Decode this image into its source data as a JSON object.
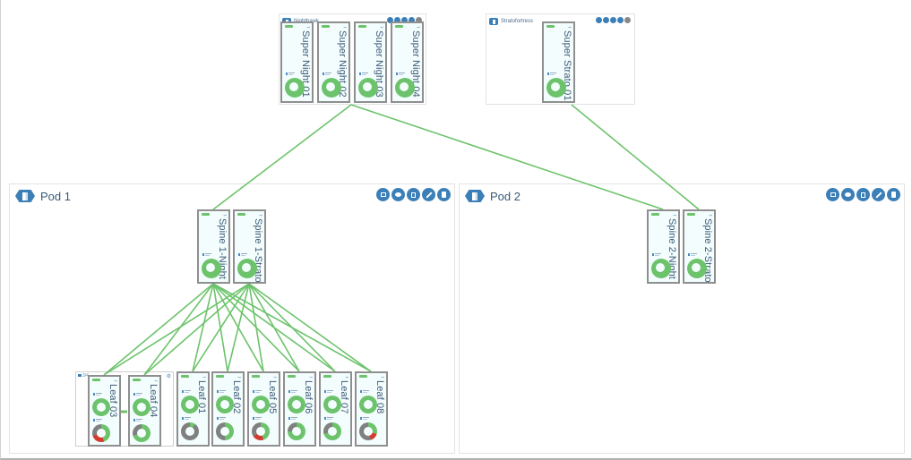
{
  "colors": {
    "accent": "#3c7fb8",
    "link": "#6cc36b",
    "ok": "#6cc36b",
    "neutral": "#808080",
    "alert": "#d63a2f",
    "device_bg": "#f3fdfd",
    "device_border": "#8f8f8f"
  },
  "groups": [
    {
      "id": "nighthawk",
      "title": "Nighthawk",
      "tools": [
        "details-icon",
        "chat-icon",
        "clipboard-icon",
        "edit-icon",
        "trash-icon"
      ]
    },
    {
      "id": "stratofortress",
      "title": "Stratofortress",
      "tools": [
        "details-icon",
        "chat-icon",
        "clipboard-icon",
        "edit-icon",
        "trash-icon"
      ]
    },
    {
      "id": "pod1",
      "title": "Pod 1",
      "tools": [
        "details-icon",
        "chat-icon",
        "clipboard-icon",
        "edit-icon",
        "trash-icon"
      ]
    },
    {
      "id": "pod2",
      "title": "Pod 2",
      "tools": [
        "details-icon",
        "chat-icon",
        "clipboard-icon",
        "edit-icon",
        "trash-icon"
      ]
    }
  ],
  "devices": [
    {
      "id": "sn01",
      "name": "Super Night 01",
      "group": "nighthawk",
      "gauges": [
        {
          "ok": 1.0,
          "neutral": 0,
          "alert": 0
        }
      ]
    },
    {
      "id": "sn02",
      "name": "Super Night 02",
      "group": "nighthawk",
      "gauges": [
        {
          "ok": 1.0,
          "neutral": 0,
          "alert": 0
        }
      ]
    },
    {
      "id": "sn03",
      "name": "Super Night 03",
      "group": "nighthawk",
      "gauges": [
        {
          "ok": 1.0,
          "neutral": 0,
          "alert": 0
        }
      ]
    },
    {
      "id": "sn04",
      "name": "Super Night 04",
      "group": "nighthawk",
      "gauges": [
        {
          "ok": 1.0,
          "neutral": 0,
          "alert": 0
        }
      ]
    },
    {
      "id": "ss01",
      "name": "Super Strato 01",
      "group": "stratofortress",
      "gauges": [
        {
          "ok": 1.0,
          "neutral": 0,
          "alert": 0
        }
      ]
    },
    {
      "id": "sp1n",
      "name": "Spine 1-Night",
      "group": "pod1",
      "gauges": [
        {
          "ok": 1.0,
          "neutral": 0,
          "alert": 0
        }
      ]
    },
    {
      "id": "sp1s",
      "name": "Spine 1-Strato",
      "group": "pod1",
      "gauges": [
        {
          "ok": 1.0,
          "neutral": 0,
          "alert": 0
        }
      ]
    },
    {
      "id": "l03",
      "name": "Leaf 03",
      "group": "pod1",
      "gauges": [
        {
          "ok": 1.0,
          "neutral": 0,
          "alert": 0
        },
        {
          "ok": 0.45,
          "neutral": 0.3,
          "alert": 0.25
        }
      ]
    },
    {
      "id": "l04",
      "name": "Leaf 04",
      "group": "pod1",
      "gauges": [
        {
          "ok": 1.0,
          "neutral": 0,
          "alert": 0
        },
        {
          "ok": 0.7,
          "neutral": 0.3,
          "alert": 0
        }
      ]
    },
    {
      "id": "l01",
      "name": "Leaf 01",
      "group": "pod1",
      "gauges": [
        {
          "ok": 1.0,
          "neutral": 0,
          "alert": 0
        },
        {
          "ok": 0.1,
          "neutral": 0.9,
          "alert": 0
        }
      ]
    },
    {
      "id": "l02",
      "name": "Leaf 02",
      "group": "pod1",
      "gauges": [
        {
          "ok": 1.0,
          "neutral": 0,
          "alert": 0
        },
        {
          "ok": 0.5,
          "neutral": 0.5,
          "alert": 0
        }
      ]
    },
    {
      "id": "l05",
      "name": "Leaf 05",
      "group": "pod1",
      "gauges": [
        {
          "ok": 1.0,
          "neutral": 0,
          "alert": 0
        },
        {
          "ok": 0.45,
          "neutral": 0.35,
          "alert": 0.2
        }
      ]
    },
    {
      "id": "l06",
      "name": "Leaf 06",
      "group": "pod1",
      "gauges": [
        {
          "ok": 1.0,
          "neutral": 0,
          "alert": 0
        },
        {
          "ok": 0.75,
          "neutral": 0.25,
          "alert": 0
        }
      ]
    },
    {
      "id": "l07",
      "name": "Leaf 07",
      "group": "pod1",
      "gauges": [
        {
          "ok": 1.0,
          "neutral": 0,
          "alert": 0
        },
        {
          "ok": 0.7,
          "neutral": 0.3,
          "alert": 0
        }
      ]
    },
    {
      "id": "l08",
      "name": "Leaf 08",
      "group": "pod1",
      "gauges": [
        {
          "ok": 1.0,
          "neutral": 0,
          "alert": 0
        },
        {
          "ok": 0.3,
          "neutral": 0.55,
          "alert": 0.15
        }
      ]
    },
    {
      "id": "sp2n",
      "name": "Spine 2-Night",
      "group": "pod2",
      "gauges": [
        {
          "ok": 1.0,
          "neutral": 0,
          "alert": 0
        }
      ]
    },
    {
      "id": "sp2s",
      "name": "Spine 2-Strato",
      "group": "pod2",
      "gauges": [
        {
          "ok": 1.0,
          "neutral": 0,
          "alert": 0
        }
      ]
    }
  ],
  "leaf_pair_frame": {
    "label": "3/4"
  },
  "links": [
    [
      "nighthawk",
      "sp1n"
    ],
    [
      "nighthawk",
      "sp2n"
    ],
    [
      "stratofortress",
      "sp2s"
    ],
    [
      "sp1n",
      "l03"
    ],
    [
      "sp1n",
      "l04"
    ],
    [
      "sp1n",
      "l01"
    ],
    [
      "sp1n",
      "l02"
    ],
    [
      "sp1n",
      "l05"
    ],
    [
      "sp1n",
      "l06"
    ],
    [
      "sp1n",
      "l07"
    ],
    [
      "sp1n",
      "l08"
    ],
    [
      "sp1s",
      "l03"
    ],
    [
      "sp1s",
      "l04"
    ],
    [
      "sp1s",
      "l01"
    ],
    [
      "sp1s",
      "l02"
    ],
    [
      "sp1s",
      "l05"
    ],
    [
      "sp1s",
      "l06"
    ],
    [
      "sp1s",
      "l07"
    ],
    [
      "sp1s",
      "l08"
    ],
    [
      "l03",
      "l04"
    ]
  ]
}
